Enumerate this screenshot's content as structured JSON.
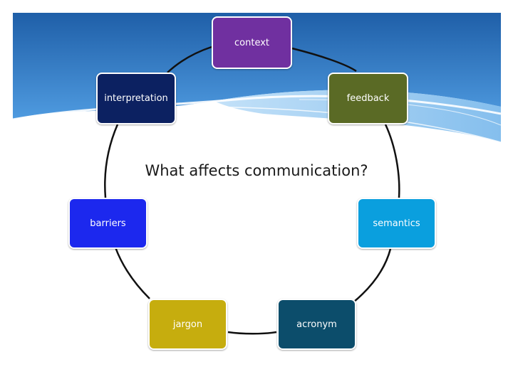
{
  "center_question": "What affects communication?",
  "nodes": {
    "context": {
      "label": "context",
      "color": "#7030a0"
    },
    "feedback": {
      "label": "feedback",
      "color": "#5a6a25"
    },
    "interpretation": {
      "label": "interpretation",
      "color": "#0c2161"
    },
    "barriers": {
      "label": "barriers",
      "color": "#1c28ee"
    },
    "semantics": {
      "label": "semantics",
      "color": "#0a9fde"
    },
    "jargon": {
      "label": "jargon",
      "color": "#c6ad0e"
    },
    "acronym": {
      "label": "acronym",
      "color": "#0c4d6b"
    }
  },
  "background": {
    "sky_top": "#1f5fa8",
    "sky_mid": "#3f8dd4",
    "swoosh": "#ffffff"
  }
}
